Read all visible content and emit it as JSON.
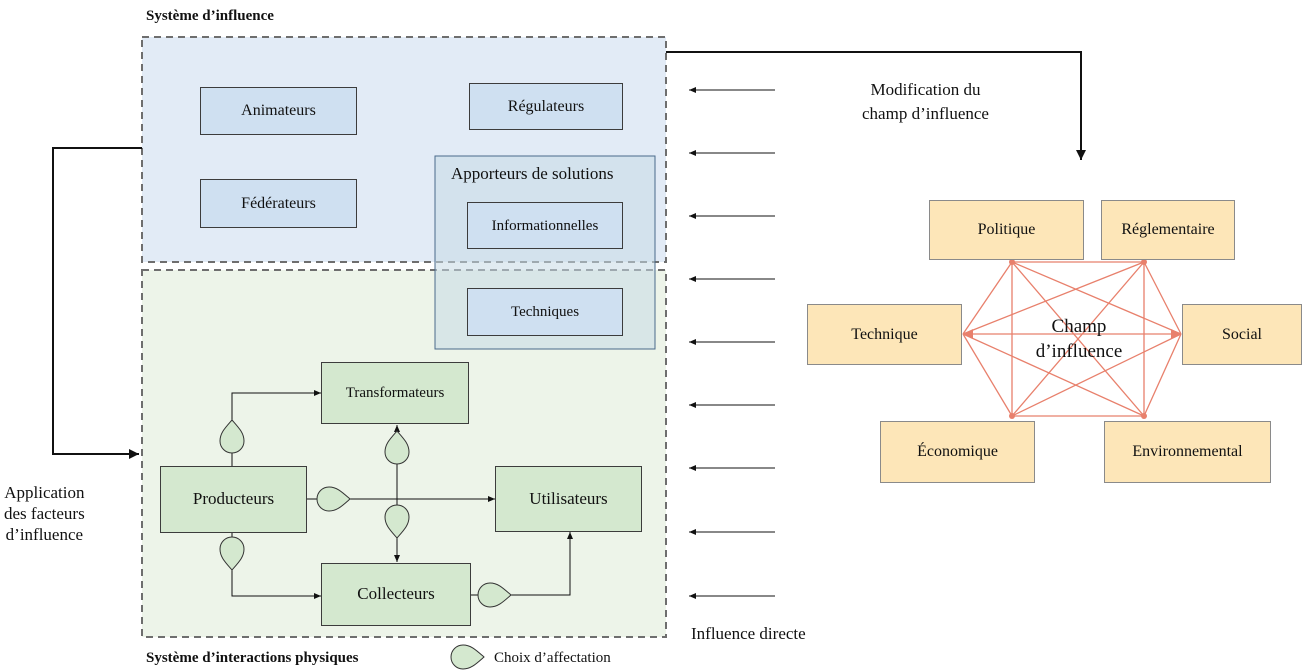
{
  "influence_system": {
    "title": "Système d’influence",
    "actors": [
      "Animateurs",
      "Régulateurs",
      "Fédérateurs"
    ],
    "solution_providers": {
      "title": "Apporteurs de solutions",
      "items": [
        "Informationnelles",
        "Techniques"
      ]
    }
  },
  "physical_system": {
    "title": "Système d’interactions physiques",
    "actors": [
      "Transformateurs",
      "Producteurs",
      "Utilisateurs",
      "Collecteurs"
    ]
  },
  "legend": {
    "assignment_choice": "Choix d’affectation"
  },
  "left_label": {
    "lines": [
      "Application",
      "des facteurs",
      "d’influence"
    ]
  },
  "top_right_label": {
    "lines": [
      "Modification du",
      "champ d’influence"
    ]
  },
  "direct_influence_label": "Influence directe",
  "influence_field": {
    "center": [
      "Champ",
      "d’influence"
    ],
    "factors": [
      "Politique",
      "Réglementaire",
      "Technique",
      "Social",
      "Économique",
      "Environnemental"
    ],
    "edge_color": "#e8806c"
  },
  "colors": {
    "influence_region": "#dde8f4",
    "physical_region": "#e8f1e4",
    "blue_box": "#cfe0f1",
    "green_box": "#d4e8cf",
    "tan_box": "#fde6b8"
  }
}
